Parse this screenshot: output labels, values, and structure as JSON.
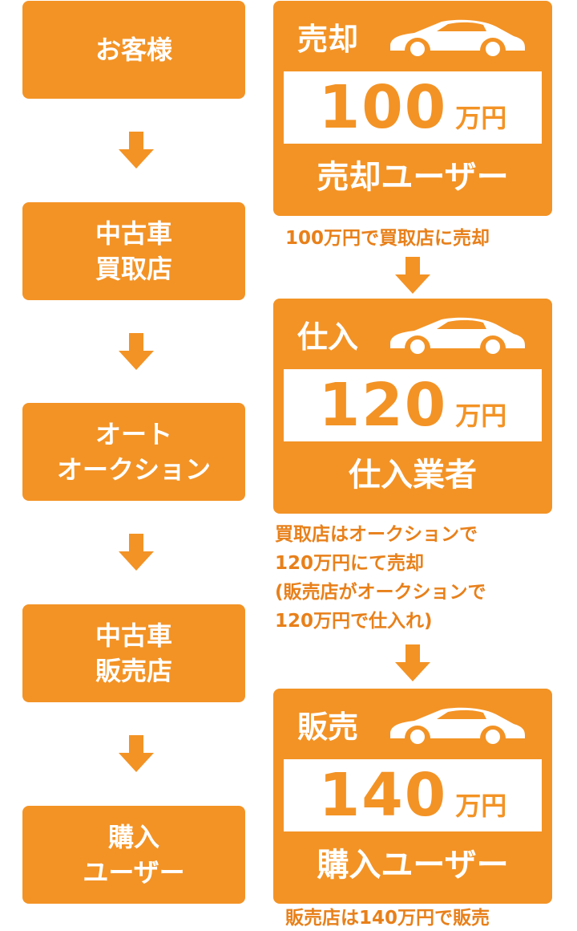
{
  "colors": {
    "accent": "#f39325",
    "note_text": "#e8801a",
    "white": "#ffffff"
  },
  "left_steps": [
    {
      "label": "お客様"
    },
    {
      "label": "中古車\n買取店"
    },
    {
      "label": "オート\nオークション"
    },
    {
      "label": "中古車\n販売店"
    },
    {
      "label": "購入\nユーザー"
    }
  ],
  "cards": [
    {
      "head": "売却",
      "car_icon": "car-icon",
      "price": "100",
      "unit": "万円",
      "foot": "売却ユーザー"
    },
    {
      "head": "仕入",
      "car_icon": "car-icon",
      "price": "120",
      "unit": "万円",
      "foot": "仕入業者"
    },
    {
      "head": "販売",
      "car_icon": "car-icon",
      "price": "140",
      "unit": "万円",
      "foot": "購入ユーザー"
    }
  ],
  "notes": {
    "sell": "100万円で買取店に売却",
    "auction": [
      "買取店はオークションで",
      "120万円にて売却",
      "(販売店がオークションで",
      "120万円で仕入れ)"
    ],
    "retail": "販売店は140万円で販売"
  }
}
